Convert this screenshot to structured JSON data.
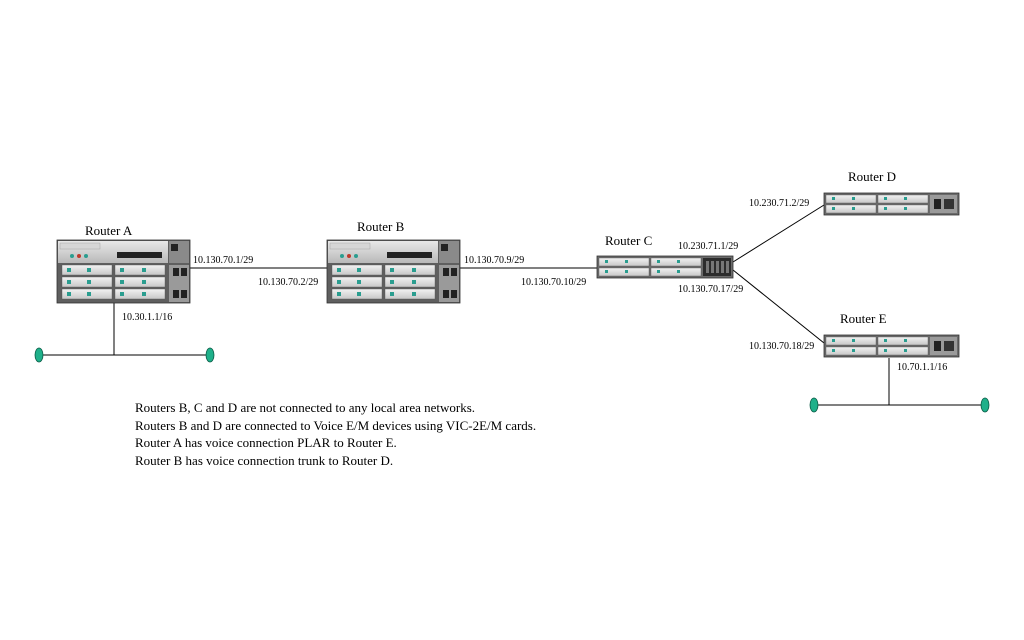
{
  "routers": {
    "a": {
      "name": "Router A"
    },
    "b": {
      "name": "Router B"
    },
    "c": {
      "name": "Router C"
    },
    "d": {
      "name": "Router D"
    },
    "e": {
      "name": "Router E"
    }
  },
  "links": {
    "ab": {
      "a_ip": "10.130.70.1/29",
      "b_ip": "10.130.70.2/29"
    },
    "bc": {
      "b_ip": "10.130.70.9/29",
      "c_ip": "10.130.70.10/29"
    },
    "cd": {
      "c_ip": "10.230.71.1/29",
      "d_ip": "10.230.71.2/29"
    },
    "ce": {
      "c_ip": "10.130.70.17/29",
      "e_ip": "10.130.70.18/29"
    }
  },
  "lans": {
    "a": {
      "ip": "10.30.1.1/16"
    },
    "e": {
      "ip": "10.70.1.1/16"
    }
  },
  "notes": [
    "Routers B, C and D are not connected to any local area networks.",
    "Routers B and D are connected to Voice E/M devices using VIC-2E/M cards.",
    "Router A has voice connection PLAR to Router E.",
    "Router B has voice connection trunk to Router D."
  ],
  "colors": {
    "lan_terminator": "#1fb08a",
    "chassis": "#6b6b6b",
    "module_port": "#2a9d8f"
  }
}
